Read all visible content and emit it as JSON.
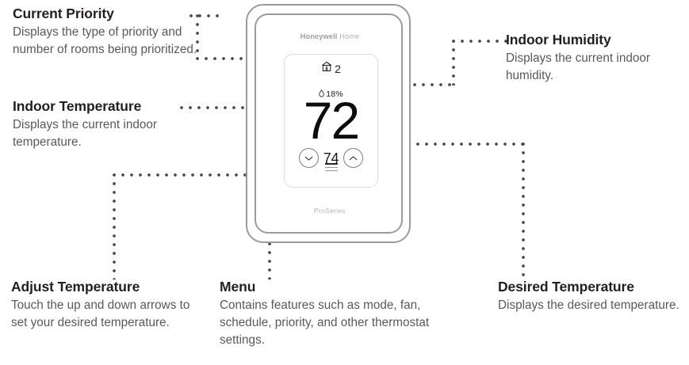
{
  "callouts": {
    "current_priority": {
      "title": "Current Priority",
      "body": "Displays the type of priority and number of rooms being prioritized."
    },
    "indoor_temperature": {
      "title": "Indoor Temperature",
      "body": "Displays the current indoor temperature."
    },
    "indoor_humidity": {
      "title": "Indoor Humidity",
      "body": "Displays the current indoor humidity."
    },
    "adjust_temperature": {
      "title": "Adjust Temperature",
      "body": "Touch the up and down arrows to set your desired temperature."
    },
    "menu": {
      "title": "Menu",
      "body": "Contains features such as mode, fan, schedule, priority, and other thermostat settings."
    },
    "desired_temperature": {
      "title": "Desired Temperature",
      "body": "Displays the desired temperature."
    }
  },
  "device": {
    "brand_bold": "Honeywell",
    "brand_light": "Home",
    "model": "ProSeries",
    "screen": {
      "priority_icon": "home-occupancy-icon",
      "priority_count": "2",
      "humidity_icon": "water-droplet-icon",
      "humidity_value": "18%",
      "indoor_temperature": "72",
      "setpoint_value": "74",
      "decrease_icon": "chevron-down-icon",
      "increase_icon": "chevron-up-icon",
      "menu_icon": "hamburger-menu-icon"
    }
  },
  "colors": {
    "text_dark": "#231f20",
    "text_body": "#58595b",
    "leader_dot": "#4d4d4f",
    "device_frame": "#9b9b9b",
    "screen_border": "#dcdcdc",
    "brand_gray": "#a6a6a6",
    "background": "#ffffff"
  }
}
